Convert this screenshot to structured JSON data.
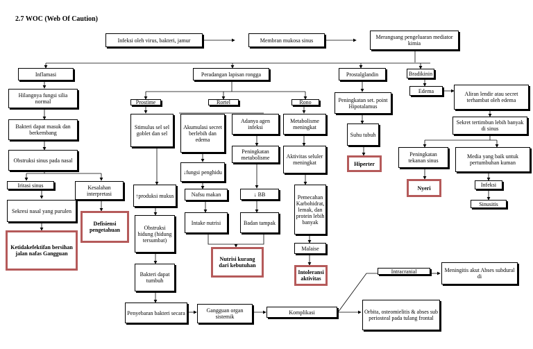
{
  "title": "2.7 WOC (Web Of Caution)",
  "nodes": {
    "infeksi": "Infeksi oleh virus, bakteri, jamur",
    "membran": "Membran mukosa sinus",
    "merangsang": "Merangsang pengeluaran mediator kimia",
    "inflamasi": "Inflamasi",
    "peradangan": "Peradangan lapisan rongga",
    "prostalglandin": "Prostalglandin",
    "bradikinin": "Bradikinin",
    "hilangnya": "Hilangnya fungsi silia normal",
    "bakteri_masuk": "Bakteri dapat masuk dan berkembang",
    "obstruksi_sinus": "Obstruksi sinus pada nasal",
    "iritasi": "Iritasi sinus",
    "kesalahan": "Kesalahan interpretasi",
    "sekresi": "Sekresi nasal yang purulen",
    "diag_jalan_nafas": "Ketidakefektifan bersihan jalan nafas Gangguan",
    "diag_pengetahuan": "Defisiensi pengetahuan",
    "proslime": "Prostime",
    "rortel": "Rortel",
    "rono": "Rono",
    "stimulus": "Stimulus sel sel goblet dan sel",
    "akumulasi": "Akumulasi secret berlebih dan edema",
    "adanya": "Adanya agen infeksi",
    "metabolisme": "Metabolisme meningkat",
    "peningkatan_metab": "Peningkatan metabolisme",
    "fungsi_penghidu": "↓fungsi penghidu",
    "nafsu": "Nafsu makan",
    "bb": "↓ BB",
    "aktivitas": "Aktivitas seluler meningkat",
    "produksi_mukus": "↑produksi mukus",
    "intake": "Intake nutrisi",
    "badan_tampak": "Badan tampak",
    "pemecahan": "Pemecahan Karbohidrat, lemak, dan protein lebih banyak",
    "obstruksi_hidung": "Obstruksi hidung (hidung tersumbat)",
    "diag_nutrisi": "Nutrisi kurang dari kebutuhan",
    "malaise": "Malaise",
    "bakteri_tumbuh": "Bakteri dapat tumbuh",
    "diag_intoleransi": "Intoleransi aktivitas",
    "peningkatan_set": "Peningkatan set. point Hipotalamus",
    "suhu": "Suhu tubuh",
    "diag_hipertermi": "Hiperter",
    "edema": "Edema",
    "aliran": "Aliran lendir atau secret terhambat oleh edema",
    "sekret_timbun": "Sekret tertimbun lebih banyak di sinus",
    "peningkatan_tekanan": "Peningkatan tekanan sinus",
    "media": "Media yang baik untuk pertumbuhan kuman",
    "diag_nyeri": "Nyeri",
    "infeksi2": "Infeksi",
    "sinusitis": "Sinusitis",
    "intracranial": "Intracranial",
    "meningitis": "Meningitis akut Abses subdural di",
    "penyebaran": "Penyebaran bakteri secara",
    "gangguan": "Gangguan organ sistemik",
    "komplikasi": "Komplikasi",
    "orbita": "Orbita, osteomielitis & abses sub periosteal pada tulang frontal"
  },
  "colors": {
    "diagnosis_border": "#b55a5a",
    "line": "#000000"
  }
}
